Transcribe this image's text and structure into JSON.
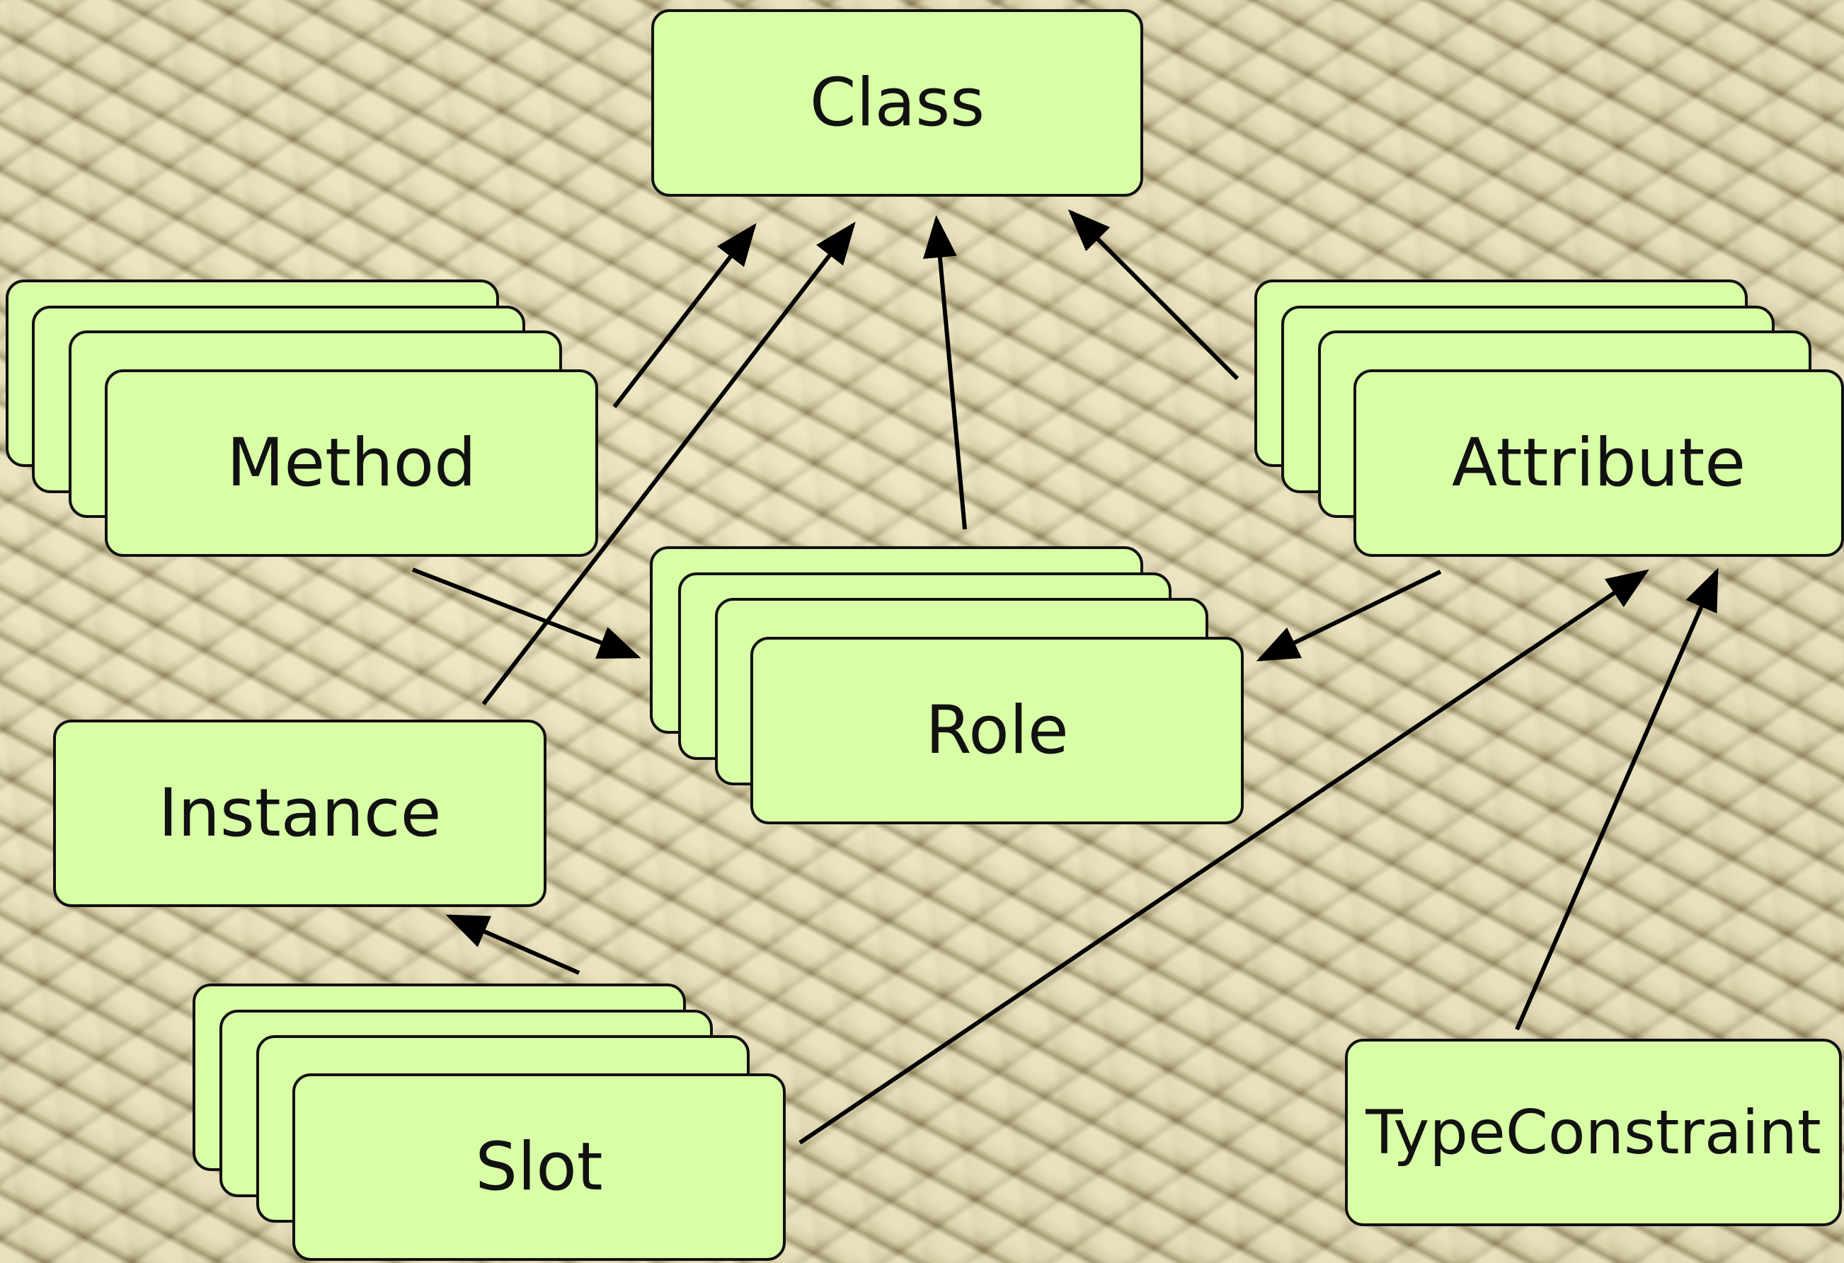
{
  "diagram": {
    "nodes": {
      "class": "Class",
      "method": "Method",
      "attribute": "Attribute",
      "role": "Role",
      "instance": "Instance",
      "slot": "Slot",
      "type_constraint": "TypeConstraint"
    },
    "edges": [
      {
        "from": "Method",
        "to": "Class"
      },
      {
        "from": "Instance",
        "to": "Class"
      },
      {
        "from": "Role",
        "to": "Class"
      },
      {
        "from": "Attribute",
        "to": "Class"
      },
      {
        "from": "Method",
        "to": "Role"
      },
      {
        "from": "Attribute",
        "to": "Role"
      },
      {
        "from": "Slot",
        "to": "Instance"
      },
      {
        "from": "Slot",
        "to": "Attribute"
      },
      {
        "from": "TypeConstraint",
        "to": "Attribute"
      }
    ],
    "colors": {
      "box_fill": "#d8ffa6",
      "box_border": "#111111",
      "arrow": "#000000"
    }
  }
}
